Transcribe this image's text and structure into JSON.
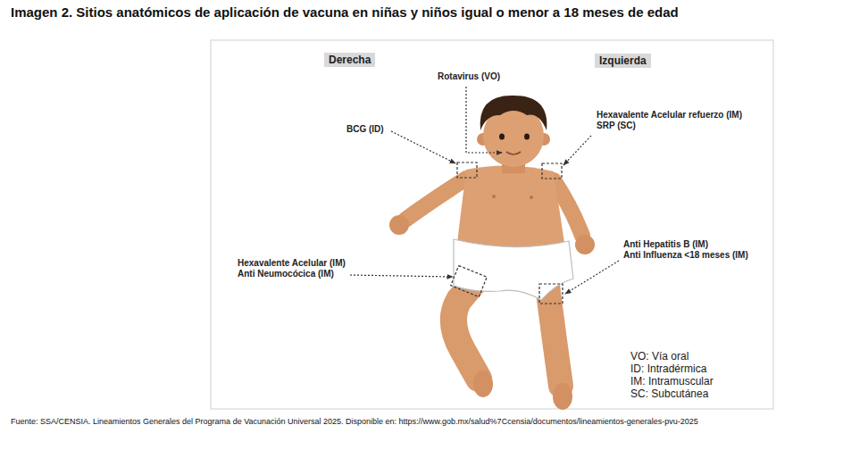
{
  "diagram": {
    "title": "Imagen 2. Sitios anatómicos de aplicación de vacuna en niñas y niños igual o menor a 18 meses de edad",
    "caption": "Fuente: SSA/CENSIA. Lineamientos Generales del Programa de Vacunación Universal 2025. Disponible en: https://www.gob.mx/salud%7Ccensia/documentos/lineamientos-generales-pvu-2025",
    "nodes": [
      {
        "text": [
          "Derecha"
        ]
      },
      {
        "text": [
          "Izquierda"
        ]
      }
    ],
    "labels": [
      "Rotavirus (VO)",
      "BCG (ID)",
      "Hexavalente Acelular refuerzo (IM)",
      "SRP (SC)",
      "Hexavalente Acelular (IM)",
      "Anti Neumocócica (IM)",
      "Anti Hepatitis B (IM)",
      "Anti Influenza <18 meses (IM)"
    ],
    "legend": [
      {
        "text": "VO: Vía oral"
      },
      {
        "text": "ID: Intradérmica"
      },
      {
        "text": "IM: Intramuscular"
      },
      {
        "text": "SC: Subcutánea"
      }
    ]
  }
}
